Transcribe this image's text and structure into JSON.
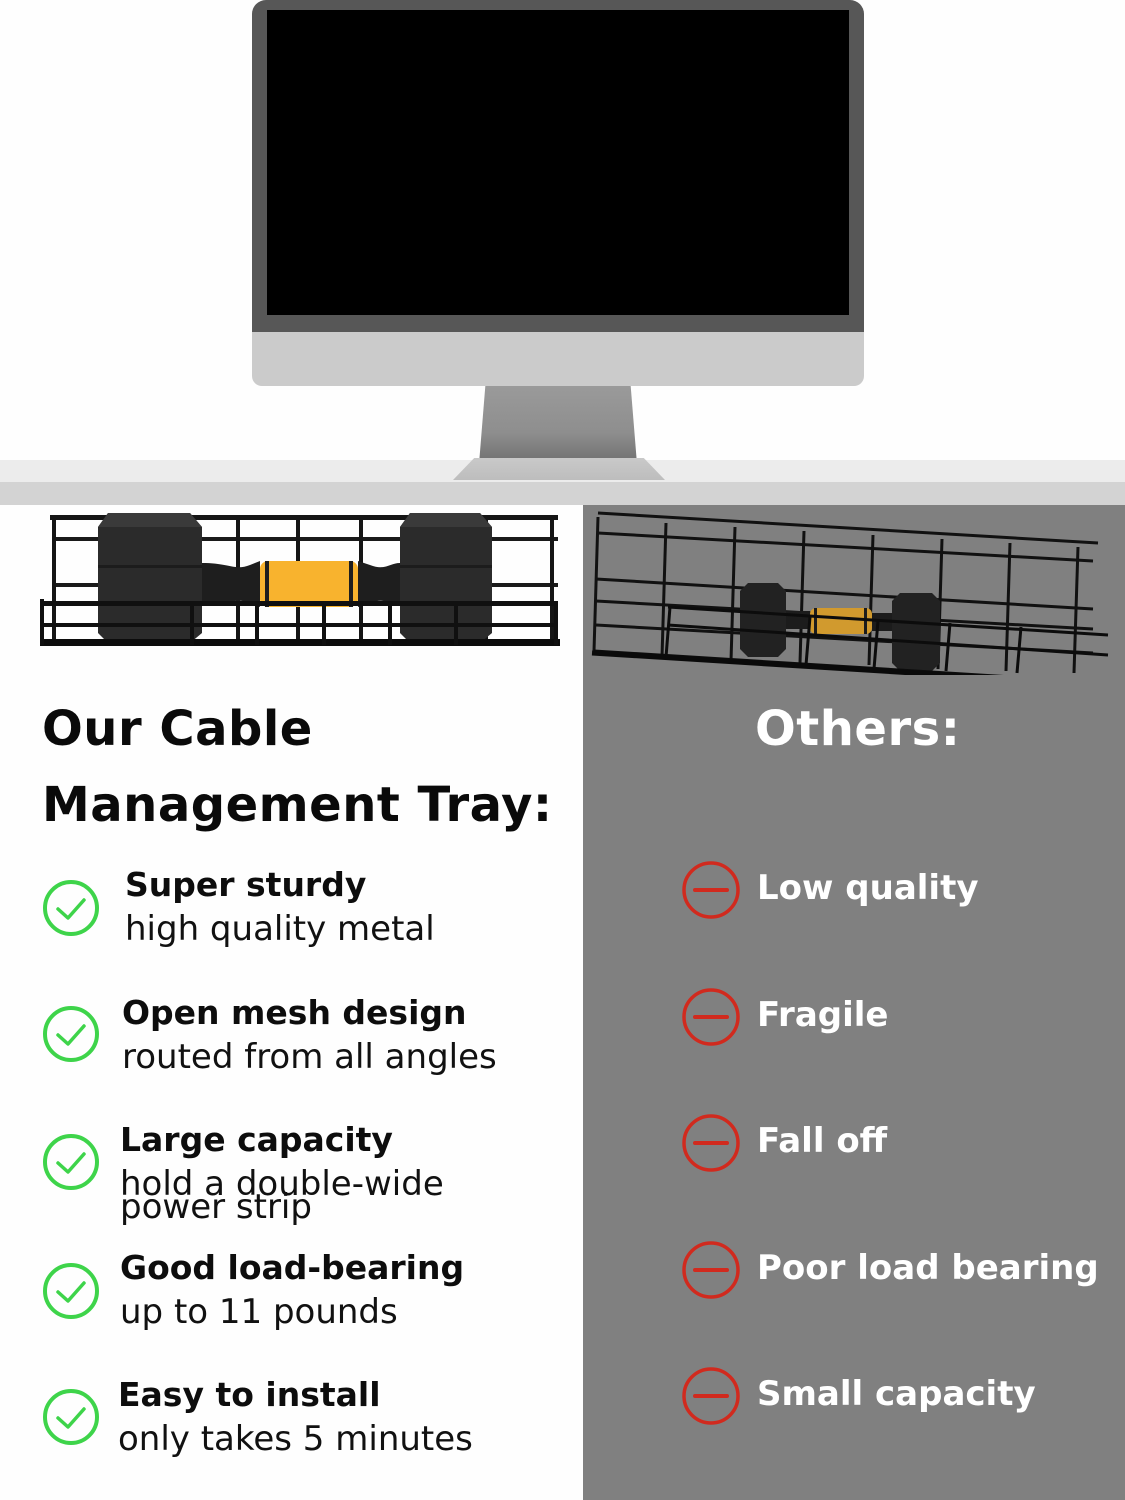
{
  "scene": {
    "monitor": {
      "bezel_color": "#575757",
      "screen_color": "#000000",
      "chin_color": "#cbcbcb"
    },
    "desk": {
      "top_color": "#ececec",
      "edge_color": "#d3d3d3"
    }
  },
  "colors": {
    "left_bg": "#fefefe",
    "right_bg": "#808080",
    "check_green": "#3ed44a",
    "minus_red": "#d12a1e",
    "dumbbell_yellow": "#f8b32e"
  },
  "left": {
    "heading_line1": "Our Cable",
    "heading_line2": "Management Tray:",
    "tray_image": "cable-tray-with-dumbbell-level",
    "features": [
      {
        "icon": "check-circle-icon",
        "title": "Super sturdy",
        "sub": "high quality metal"
      },
      {
        "icon": "check-circle-icon",
        "title": "Open mesh design",
        "sub": "routed from all angles"
      },
      {
        "icon": "check-circle-icon",
        "title": "Large capacity",
        "sub": "hold a double-wide",
        "sub2": "power strip"
      },
      {
        "icon": "check-circle-icon",
        "title": "Good load-bearing",
        "sub": "up to 11 pounds"
      },
      {
        "icon": "check-circle-icon",
        "title": "Easy to install",
        "sub": "only takes 5 minutes"
      }
    ]
  },
  "right": {
    "heading": "Others:",
    "tray_image": "cable-tray-with-dumbbell-tilted",
    "features": [
      {
        "icon": "minus-circle-icon",
        "label": "Low quality"
      },
      {
        "icon": "minus-circle-icon",
        "label": "Fragile"
      },
      {
        "icon": "minus-circle-icon",
        "label": "Fall off"
      },
      {
        "icon": "minus-circle-icon",
        "label": "Poor load bearing"
      },
      {
        "icon": "minus-circle-icon",
        "label": "Small capacity"
      }
    ]
  }
}
